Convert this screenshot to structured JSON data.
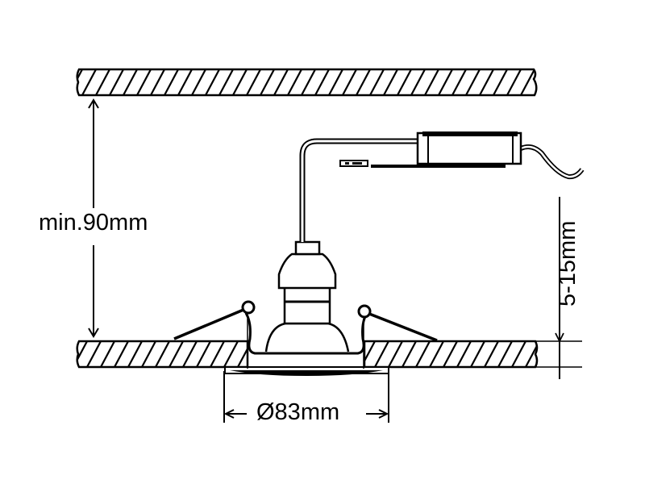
{
  "diagram": {
    "type": "recessed downlight installation dimension drawing",
    "labels": {
      "min_clearance": "min.90mm",
      "cutout_diameter": "Ø83mm",
      "ceiling_thickness": "5-15mm"
    },
    "parts": [
      "upper-slab",
      "ceiling-board",
      "lamp-holder",
      "reflector-lamp",
      "spring-clips",
      "trim-ring",
      "cable",
      "driver-box",
      "connector-plug"
    ],
    "colors": {
      "line": "#000000",
      "background": "#ffffff"
    }
  }
}
